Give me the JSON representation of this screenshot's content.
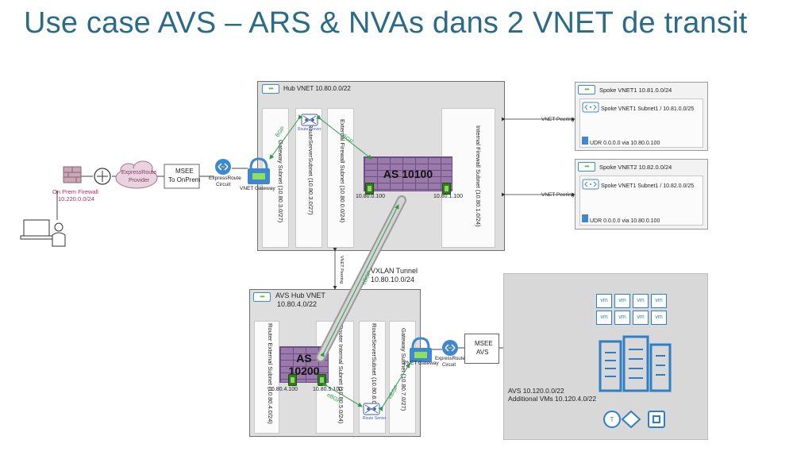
{
  "title": "Use case AVS – ARS & NVAs dans 2 VNET de transit",
  "onprem": {
    "firewall_label": "On Prem Firewall",
    "firewall_cidr": "10.220.0.0/24",
    "provider_label_1": "ExpressRoute",
    "provider_label_2": "Provider",
    "msee_label_1": "MSEE",
    "msee_label_2": "To OnPrem",
    "er_circuit_1": "ExpressRoute",
    "er_circuit_2": "Circuit"
  },
  "hub": {
    "title": "Hub VNET 10.80.0.0/22",
    "gateway_subnet": "Gateway Subnet (10.80.3.0/27)",
    "routeserver_subnet": "RouteServerSubnet (10.80.3.0/27)",
    "external_fw_subnet": "External Firewall Subnet (10.80.0.0/24)",
    "internal_fw_subnet": "Internal Firewall Subnet (10.80.1.0/24)",
    "vnet_gateway": "VNET Gateway",
    "route_server": "Route Server",
    "bgp_left": "BGP",
    "bgp_right": "BGP",
    "as_label": "AS 10100",
    "ip_left": "10.80.0.100",
    "ip_right": "10.80.1.100"
  },
  "spoke1": {
    "title": "Spoke VNET1 10.81.0.0/24",
    "subnet": "Spoke VNET1 Subnet1 / 10.81.0.0/25",
    "udr": "UDR 0.0.0.0 via 10.80.0.100",
    "peering": "VNET Peering"
  },
  "spoke2": {
    "title": "Spoke VNET2 10.82.0.0/24",
    "subnet": "Spoke VNET1 Subnet1 / 10.82.0.0/25",
    "udr": "UDR 0.0.0.0 via 10.80.0.100",
    "peering": "VNET Peering"
  },
  "vxlan": {
    "label_1": "VXLAN Tunnel",
    "label_2": "10.80.10.0/24",
    "bgp": "eBGP",
    "peering": "VNET Peering"
  },
  "avs_hub": {
    "title_1": "AVS Hub VNET",
    "title_2": "10.80.4.0/22",
    "ext_subnet": "Router External Subnet (10.80.4.0/24)",
    "int_subnet": "Router Internal Subnet (10.80.5.0/24)",
    "routeserver_subnet": "RouteServerSubnet (10.80.6.0/27)",
    "gateway_subnet": "Gateway Subnet (10.80.7.0/27)",
    "as_label": "AS 10200",
    "ip_left": "10.80.4.100",
    "ip_right": "10.80.5.100",
    "route_server": "Route Server",
    "vnet_gateway": "VNET Gateway",
    "bgp_left": "eBGP",
    "bgp_right": "eBGP",
    "er_circuit_1": "ExpressRoute",
    "er_circuit_2": "Circuit",
    "msee_1": "MSEE",
    "msee_2": "AVS"
  },
  "avs": {
    "vm_label": "vm",
    "line1": "AVS 10.120.0.0/22",
    "line2": "Additional VMs 10.120.4.0/22"
  },
  "colors": {
    "title": "#2b6b86",
    "bgp": "#2e9a4a",
    "azure_blue": "#2f7fc4",
    "firewall": "#9a7aa8",
    "nic": "#2f7d1a"
  }
}
